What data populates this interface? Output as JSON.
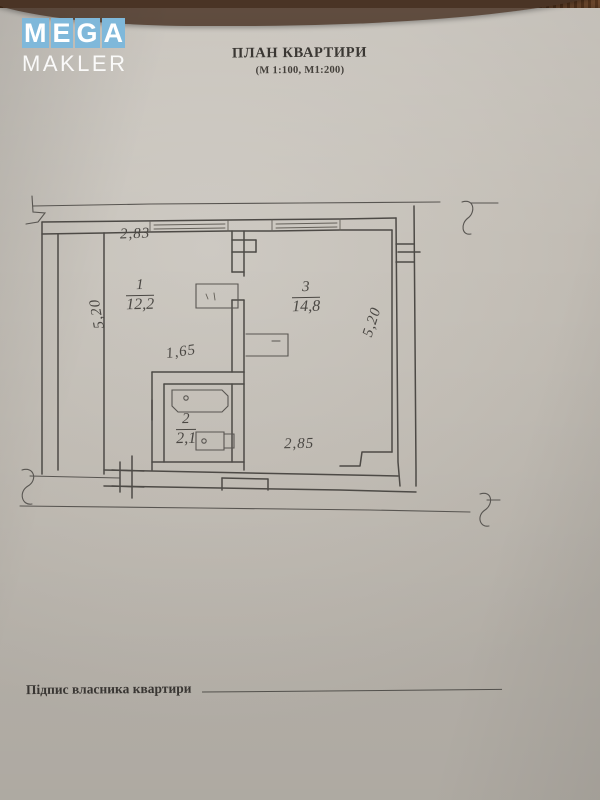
{
  "document": {
    "title": "ПЛАН КВАРТИРИ",
    "scale_note": "(М 1:100, М1:200)",
    "signature_label": "Підпис власника квартири"
  },
  "watermark": {
    "mega_letters": [
      "M",
      "E",
      "G",
      "A"
    ],
    "makler": "MAKLER",
    "box_color": "#7fb8da",
    "text_color": "#ffffff"
  },
  "plan": {
    "rooms": [
      {
        "number": "1",
        "area": "12,2"
      },
      {
        "number": "2",
        "area": "2,1"
      },
      {
        "number": "3",
        "area": "14,8"
      }
    ],
    "dimensions": {
      "top_left_width": "2,83",
      "left_height": "5,20",
      "right_height": "5,20",
      "inner_width": "1,65",
      "bottom_right_width": "2,85"
    }
  },
  "colors": {
    "paper": "#c4bfb7",
    "ink": "#4d4a46",
    "print": "#3a3733",
    "desk": "#50301c"
  }
}
